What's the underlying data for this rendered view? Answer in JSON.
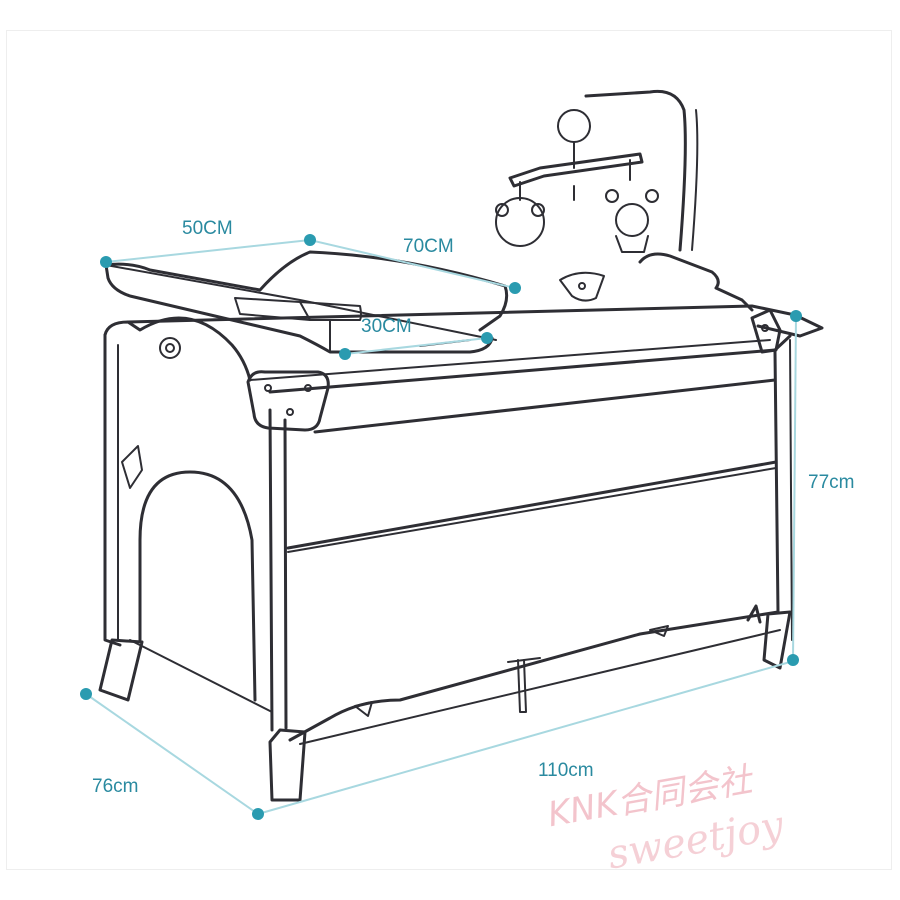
{
  "colors": {
    "line": "#2e2e34",
    "dimension_text": "#2a8aa0",
    "dimension_line": "#a8d8e0",
    "dimension_dot": "#2a9bb0",
    "watermark": "#f3c4cc"
  },
  "dimensions": {
    "changer_depth": "50CM",
    "changer_length": "70CM",
    "changer_height": "30CM",
    "crib_height": "77cm",
    "crib_depth": "76cm",
    "crib_length": "110cm"
  },
  "watermark": {
    "line1": "KNK合同会社",
    "line2": "sweetjoy"
  }
}
